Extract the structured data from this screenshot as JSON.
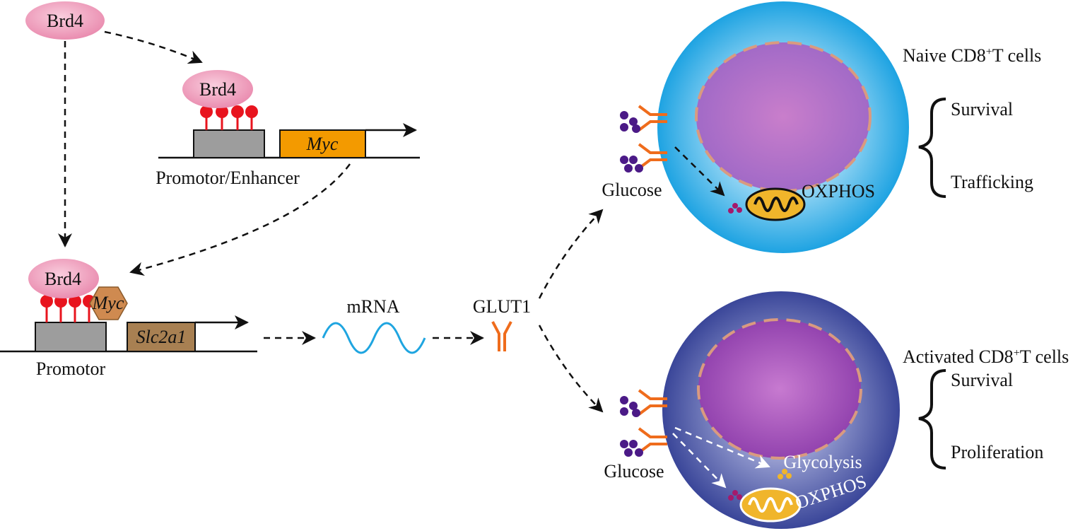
{
  "diagram": {
    "brd4_label": "Brd4",
    "myc_gene_label": "Myc",
    "myc_protein_label": "Myc",
    "promoter_enhancer_label": "Promotor/Enhancer",
    "promoter_label": "Promotor",
    "slc2a1_label": "Slc2a1",
    "mrna_label": "mRNA",
    "glut1_label": "GLUT1",
    "naive_cell": {
      "title_prefix": "Naive CD8",
      "title_sup": "+",
      "title_suffix": "T cells",
      "glucose_label": "Glucose",
      "oxphos_label": "OXPHOS",
      "outcomes": [
        "Survival",
        "Trafficking"
      ]
    },
    "activated_cell": {
      "title_prefix": "Activated CD8",
      "title_sup": "+",
      "title_suffix": "T cells",
      "glucose_label": "Glucose",
      "glycolysis_label": "Glycolysis",
      "oxphos_label": "OXPHOS",
      "outcomes": [
        "Survival",
        "Proliferation"
      ]
    },
    "colors": {
      "brd4": "#f0a3c0",
      "acetyl_mark": "#e8141e",
      "promoter_box": "#9d9d9d",
      "myc_gene": "#f39a00",
      "myc_protein": "#cf8a50",
      "slc2a1_gene": "#a88052",
      "mrna_wave": "#1fa5e0",
      "glut1": "#ef6c1c",
      "glucose": "#4b1a87",
      "naive_cell": "#2eaee6",
      "activated_cell": "#3d4a9e",
      "nucleus": "#b36cc4",
      "mitochondrion": "#f0b52b"
    }
  }
}
